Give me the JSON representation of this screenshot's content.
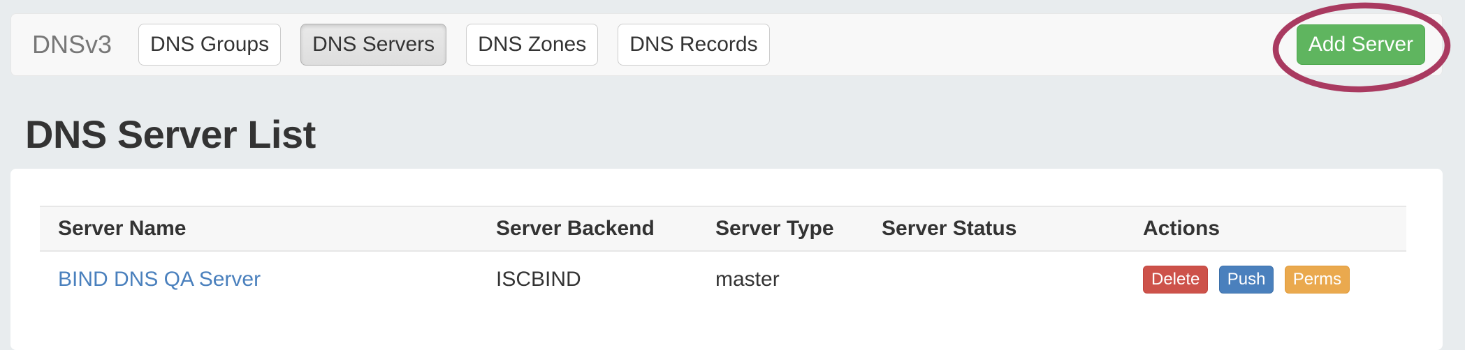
{
  "navbar": {
    "brand": "DNSv3",
    "tabs": [
      {
        "label": "DNS Groups",
        "active": false
      },
      {
        "label": "DNS Servers",
        "active": true
      },
      {
        "label": "DNS Zones",
        "active": false
      },
      {
        "label": "DNS Records",
        "active": false
      }
    ],
    "add_server_label": "Add Server"
  },
  "page": {
    "title": "DNS Server List"
  },
  "server_table": {
    "columns": [
      "Server Name",
      "Server Backend",
      "Server Type",
      "Server Status",
      "Actions"
    ],
    "rows": [
      {
        "server_name": "BIND DNS QA Server",
        "server_backend": "ISCBIND",
        "server_type": "master",
        "server_status": "",
        "actions": [
          {
            "label": "Delete",
            "color": "#cd524a"
          },
          {
            "label": "Push",
            "color": "#4a80bd"
          },
          {
            "label": "Perms",
            "color": "#eaa94e"
          }
        ]
      }
    ]
  },
  "annotation": {
    "shape": "hand-drawn ellipse",
    "target": "Add Server button",
    "color": "#a93a60"
  },
  "colors": {
    "page_background": "#e8ecee",
    "navbar_background": "#f8f8f8",
    "add_button_green": "#5fb55f",
    "active_tab_gray": "#e3e3e3",
    "link_blue": "#4a80bd",
    "heading_text": "#333333"
  }
}
